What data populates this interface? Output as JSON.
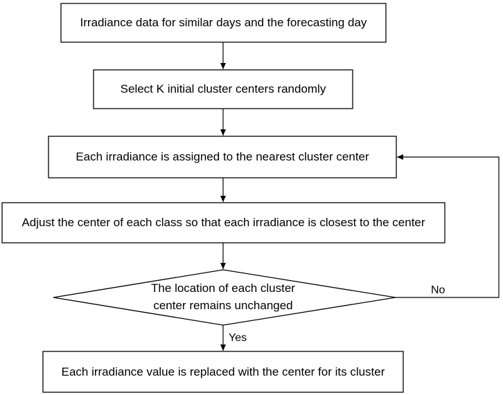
{
  "nodes": {
    "box1": "Irradiance data for similar days and the forecasting day",
    "box2": "Select K initial cluster centers randomly",
    "box3": "Each irradiance is assigned to the nearest cluster center",
    "box4": "Adjust the center of each class so that each irradiance is closest to the center",
    "decision_line1": "The location of each cluster",
    "decision_line2": "center remains unchanged",
    "box5": "Each irradiance value is replaced with the center for its cluster"
  },
  "edges": {
    "no_label": "No",
    "yes_label": "Yes"
  }
}
